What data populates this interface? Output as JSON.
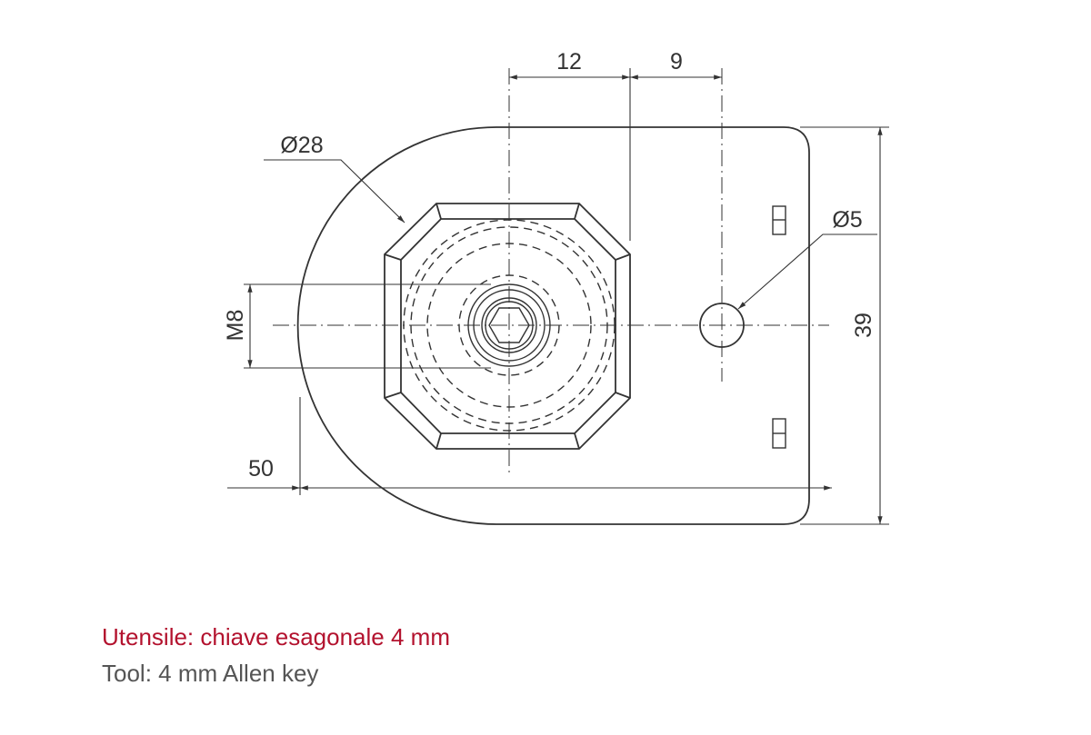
{
  "dimensions": {
    "d12": "12",
    "d9": "9",
    "dia28": "Ø28",
    "dia5": "Ø5",
    "m8": "M8",
    "d39": "39",
    "d50": "50"
  },
  "caption": {
    "italian": "Utensile: chiave esagonale 4 mm",
    "english": "Tool: 4 mm Allen key"
  },
  "colors": {
    "italian": "#b3122e",
    "english": "#555555",
    "lines": "#333333"
  }
}
